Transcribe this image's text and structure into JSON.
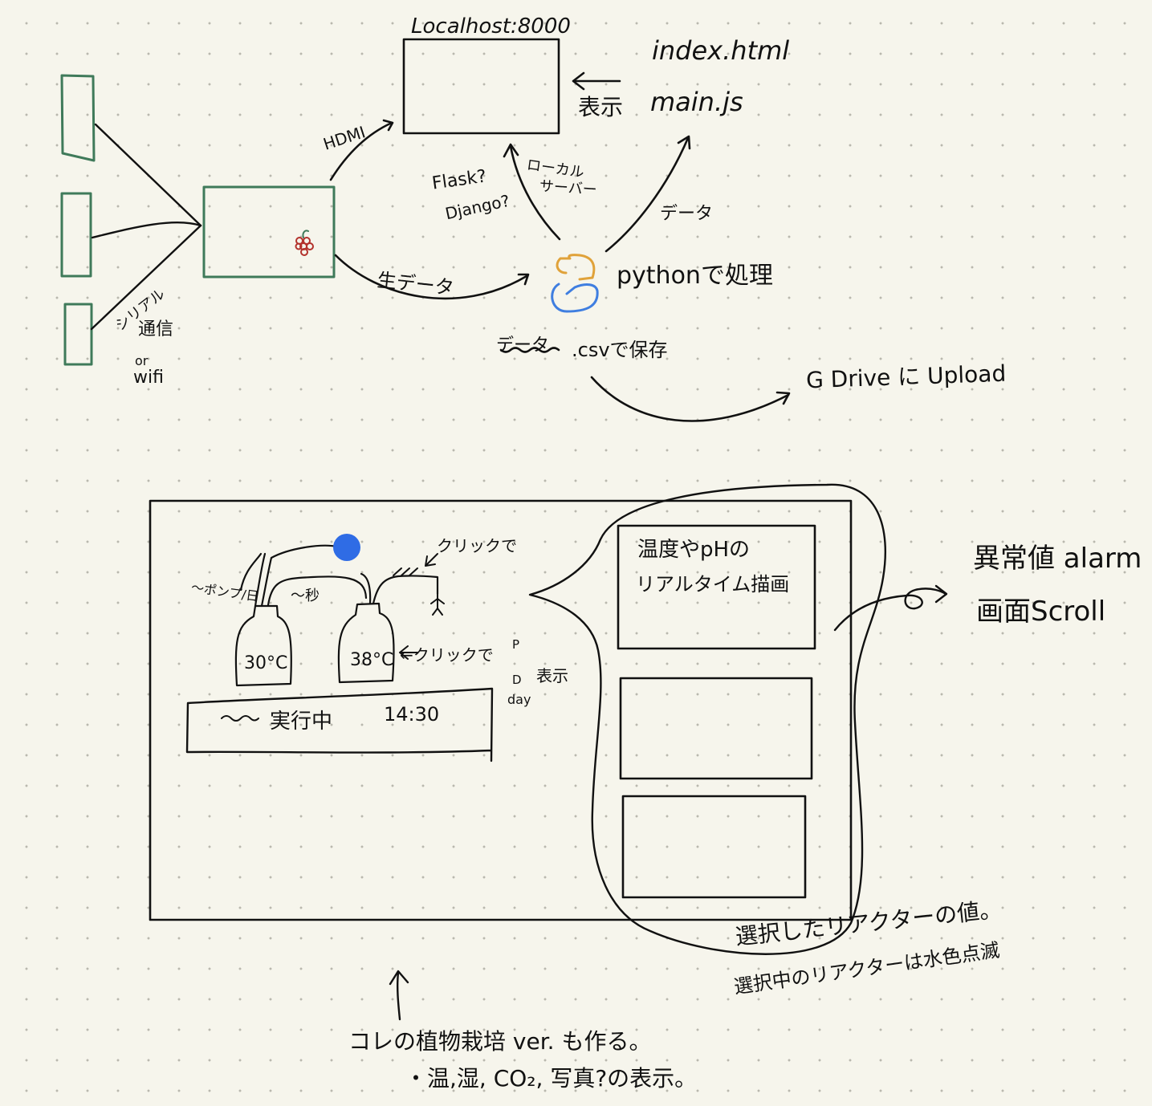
{
  "colors": {
    "ink": "#111111",
    "device_green": "#3f7a5a",
    "raspberry_red": "#b3322c",
    "python_yellow": "#e0a23a",
    "python_blue": "#3f7ee0",
    "indicator_blue": "#2f6ce5"
  },
  "top": {
    "localhost": "Localhost:8000",
    "index_html": "index.html",
    "main_js": "main.js",
    "display": "表示",
    "hdmi": "HDMI",
    "flask": "Flask?",
    "django": "Django?",
    "local_server_1": "ローカル",
    "local_server_2": "サーバー",
    "data_up": "データ",
    "raw_data": "生データ",
    "python_process": "pythonで処理",
    "data_save_1": "データ",
    "data_save_2": ".csvで保存",
    "gdrive": "G Drive に Upload",
    "serial": "シリアル",
    "comm": "通信",
    "or": "or",
    "wifi": "wifi"
  },
  "bottom": {
    "click_top": "クリックで",
    "flow_left": "〜ポンプ/日",
    "flow_mid": "〜秒",
    "temp_left": "30°C",
    "temp_right": "38°C",
    "click_side": "←クリックで",
    "pd_p": "P",
    "pd_o": "D",
    "pd_display": "表示",
    "pd_day": "day",
    "status": "実行中",
    "time": "14:30",
    "panel1_line1": "温度やpHの",
    "panel1_line2": "リアルタイム描画",
    "alarm": "異常値 alarm",
    "scroll": "画面Scroll",
    "selected_1": "選択したリアクターの値。",
    "selected_2": "選択中のリアクターは水色点滅",
    "plant_1": "コレの植物栽培 ver. も作る。",
    "plant_2": "・温,湿, CO₂, 写真?の表示。"
  }
}
